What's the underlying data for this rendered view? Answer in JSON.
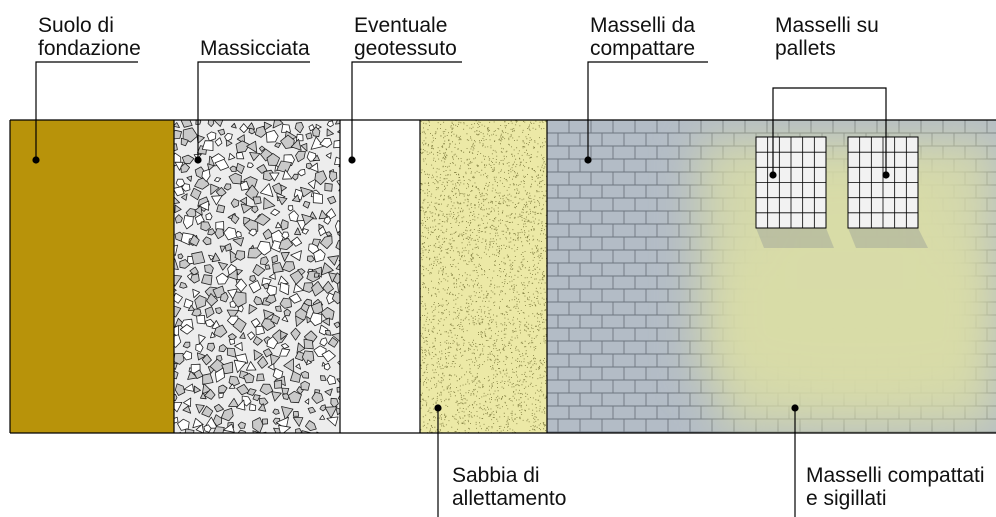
{
  "labels": {
    "soil": [
      "Suolo di",
      "fondazione"
    ],
    "ballast": [
      "Massicciata"
    ],
    "geotextile": [
      "Eventuale",
      "geotessuto"
    ],
    "pavers_to_compact": [
      "Masselli da",
      "compattare"
    ],
    "pavers_on_pallets": [
      "Masselli su",
      "pallets"
    ],
    "bedding_sand": [
      "Sabbia di",
      "allettamento"
    ],
    "compacted_sealed": [
      "Masselli compattati",
      "e sigillati"
    ]
  },
  "colors": {
    "soil": "#b8930a",
    "ballast_bg": "#ededed",
    "ballast_stone": "#c9c9c9",
    "geotextile": "#ffffff",
    "sand": "#ece9a6",
    "sand_speck": "#7d7a3c",
    "pavers": "#b3bcc6",
    "paver_joint": "#6e7680",
    "sealing_sand": "#d8dca8",
    "pallet_block": "#f2f2f2",
    "line": "#000000"
  }
}
